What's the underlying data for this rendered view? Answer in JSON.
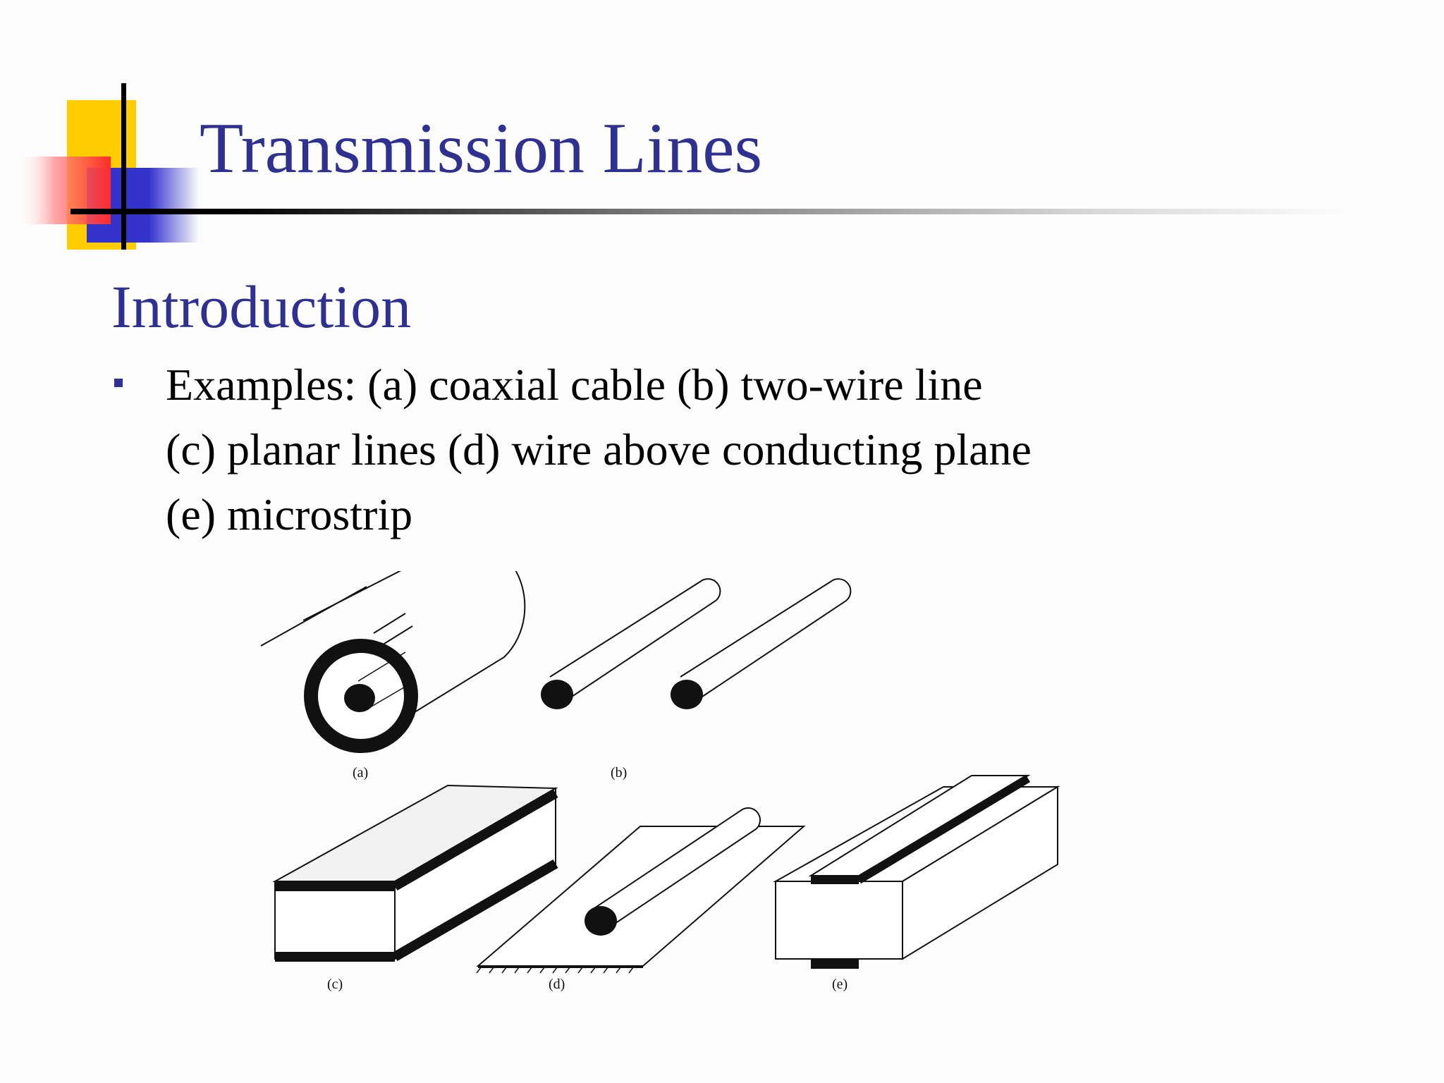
{
  "slide": {
    "title": "Transmission Lines",
    "subtitle": "Introduction",
    "bullet_lines": [
      "Examples: (a) coaxial cable (b) two-wire line",
      "(c) planar lines (d) wire above conducting plane",
      "(e) microstrip"
    ]
  },
  "figure": {
    "labels": {
      "a": "(a)",
      "b": "(b)",
      "c": "(c)",
      "d": "(d)",
      "e": "(e)"
    }
  },
  "colors": {
    "title": "#2e3192",
    "deco_yellow": "#ffcc00",
    "deco_red": "#ff3333",
    "deco_blue": "#3333cc"
  }
}
